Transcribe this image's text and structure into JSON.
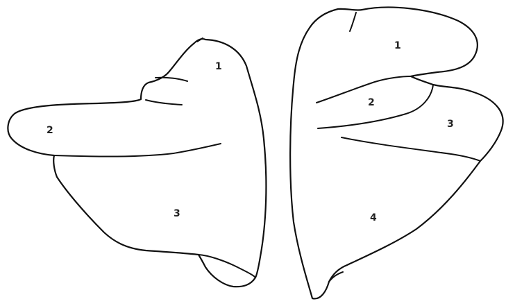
{
  "diagram": {
    "left_lung": {
      "labels": [
        {
          "id": "L1",
          "text": "1"
        },
        {
          "id": "L2",
          "text": "2"
        },
        {
          "id": "L3",
          "text": "3"
        }
      ]
    },
    "right_lung": {
      "labels": [
        {
          "id": "R1",
          "text": "1"
        },
        {
          "id": "R2",
          "text": "2"
        },
        {
          "id": "R3",
          "text": "3"
        },
        {
          "id": "R4",
          "text": "4"
        }
      ]
    },
    "colors": {
      "line": "#111111",
      "background": "#ffffff"
    }
  }
}
